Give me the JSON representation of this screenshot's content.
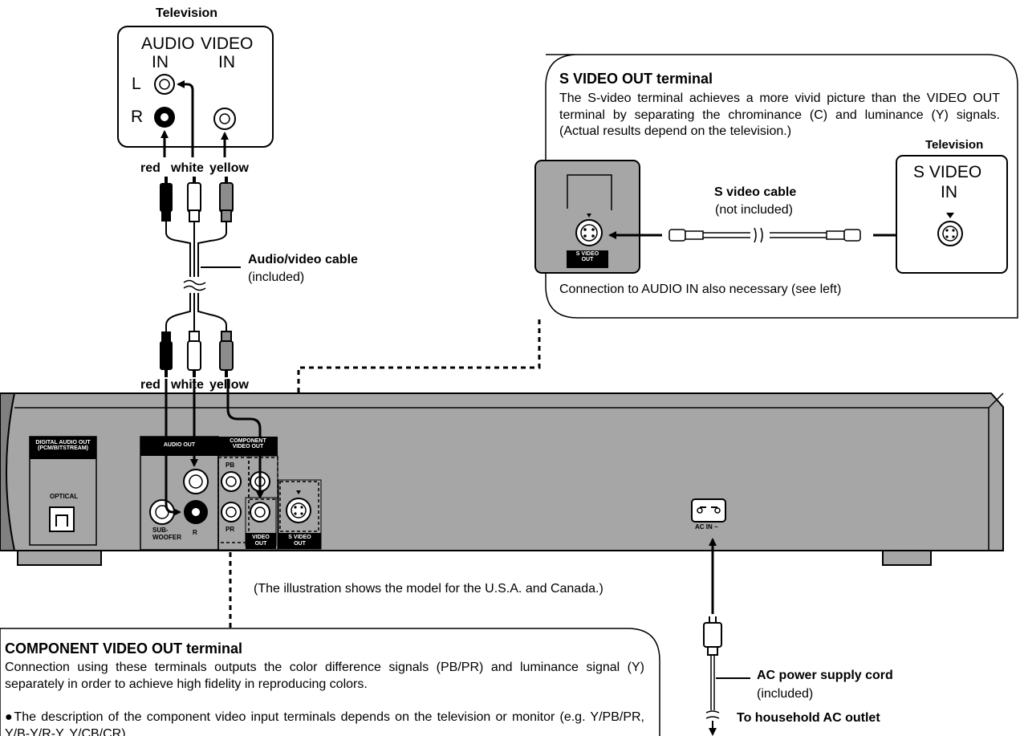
{
  "tv_audio_video": {
    "title": "Television",
    "audio_in_line1": "AUDIO",
    "audio_in_line2": "IN",
    "video_in_line1": "VIDEO",
    "video_in_line2": "IN",
    "left": "L",
    "right": "R"
  },
  "cable_top": {
    "red": "red",
    "white": "white",
    "yellow": "yellow"
  },
  "av_cable": {
    "title": "Audio/video cable",
    "note": "(included)"
  },
  "cable_bottom": {
    "red": "red",
    "white": "white",
    "yellow": "yellow"
  },
  "svideo_box": {
    "title": "S VIDEO OUT terminal",
    "description": "The S-video terminal achieves a more vivid picture than the VIDEO OUT terminal by separating the chrominance (C) and luminance (Y) signals. (Actual results depend on the television.)",
    "tv_title": "Television",
    "tv_in_line1": "S VIDEO",
    "tv_in_line2": "IN",
    "cable_title": "S video cable",
    "cable_note": "(not included)",
    "port_label_line1": "S VIDEO",
    "port_label_line2": "OUT",
    "footer": "Connection to AUDIO IN also necessary (see left)"
  },
  "player_panel": {
    "digital_audio_line1": "DIGITAL AUDIO OUT",
    "digital_audio_line2": "(PCM/BITSTREAM)",
    "optical": "OPTICAL",
    "audio_out": "AUDIO OUT",
    "component_line1": "COMPONENT",
    "component_line2": "VIDEO OUT",
    "pb": "PB",
    "pr": "PR",
    "subwoofer_line1": "SUB-",
    "subwoofer_line2": "WOOFER",
    "r": "R",
    "video_out_line1": "VIDEO",
    "video_out_line2": "OUT",
    "svideo_out_line1": "S VIDEO",
    "svideo_out_line2": "OUT",
    "ac_in": "AC IN ~"
  },
  "illustration_note": "(The illustration shows the model for the U.S.A. and Canada.)",
  "component_box": {
    "title": "COMPONENT VIDEO OUT terminal",
    "description": "Connection using these terminals outputs the color difference signals (PB/PR) and luminance signal (Y) separately in order to achieve high fidelity in reproducing colors.",
    "bullet": "●The description of the component video input terminals depends on the television or monitor (e.g. Y/PB/PR, Y/B-Y/R-Y, Y/CB/CR)."
  },
  "power_cord": {
    "title": "AC power supply cord",
    "note": "(included)",
    "outlet": "To household AC outlet"
  },
  "colors": {
    "ink": "#000000",
    "panel": "#a6a6a6",
    "panel_dark": "#808080",
    "plug_gray": "#8c8c8c",
    "paper": "#ffffff"
  }
}
